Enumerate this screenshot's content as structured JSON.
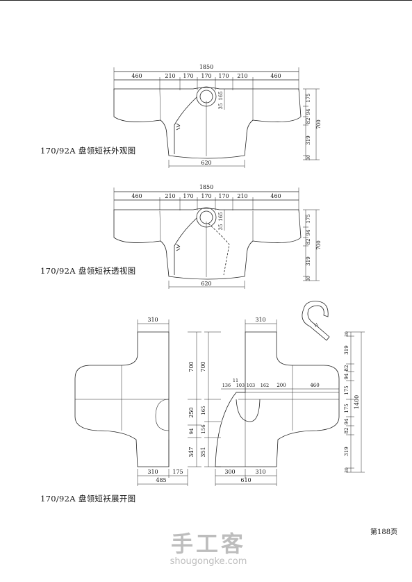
{
  "captions": {
    "exterior": "170/92A 盘领短袄外观图",
    "see_through": "170/92A 盘领短袄透视图",
    "flat": "170/92A 盘领短袄展开图"
  },
  "page_number": "第188页",
  "watermark": {
    "logo": "手工客",
    "url": "shougongke.com"
  },
  "views": {
    "exterior": {
      "total_width": "1850",
      "width_segments": [
        "460",
        "210",
        "170",
        "170",
        "170",
        "210",
        "460"
      ],
      "hem_width": "620",
      "neck_depth": "165",
      "collar_detail": "35",
      "right_segments": [
        "175",
        "94",
        "82",
        "319",
        "30"
      ],
      "total_length": "700"
    },
    "see_through": {
      "total_width": "1850",
      "width_segments": [
        "460",
        "210",
        "170",
        "170",
        "170",
        "210",
        "460"
      ],
      "hem_width": "620",
      "neck_depth": "165",
      "collar_detail": "35",
      "right_segments": [
        "175",
        "94",
        "82",
        "319",
        "30"
      ],
      "total_length": "700"
    },
    "flat_left": {
      "top": "310",
      "length_upper": "700",
      "armhole_drop": "250",
      "side_94": "94",
      "side_lower": "347",
      "bottom_segments": [
        "310",
        "175"
      ],
      "bottom_total": "485"
    },
    "flat_right": {
      "top": "310",
      "top_segments": [
        "136",
        "11",
        "103",
        "103",
        "162",
        "200",
        "460"
      ],
      "left_segments": [
        "700",
        "165",
        "156",
        "351"
      ],
      "right_segments": [
        "30",
        "319",
        "82",
        "94",
        "175",
        "175",
        "94",
        "82",
        "319",
        "30"
      ],
      "total_length": "1400",
      "bottom_segments": [
        "300",
        "310"
      ],
      "bottom_total": "610"
    }
  }
}
